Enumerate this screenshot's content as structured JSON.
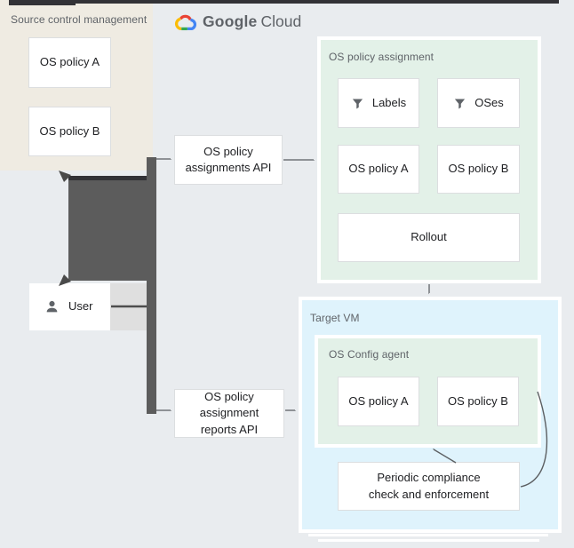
{
  "logo": {
    "google": "Google",
    "cloud": "Cloud"
  },
  "source_control": {
    "title": "Source control management",
    "policy_a": "OS policy A",
    "policy_b": "OS policy B"
  },
  "user": {
    "label": "User"
  },
  "assignments_api": {
    "label": "OS policy\nassignments API"
  },
  "reports_api": {
    "label": "OS policy\nassignment\nreports API"
  },
  "policy_assignment": {
    "title": "OS policy assignment",
    "labels": "Labels",
    "oses": "OSes",
    "policy_a": "OS policy A",
    "policy_b": "OS policy B",
    "rollout": "Rollout"
  },
  "target_vm": {
    "title": "Target VM",
    "agent": {
      "title": "OS Config agent",
      "policy_a": "OS policy A",
      "policy_b": "OS policy B"
    },
    "periodic": "Periodic compliance\ncheck and enforcement"
  },
  "colors": {
    "background": "#E9ECEF",
    "panel_beige": "#EFEBE2",
    "panel_green": "#E3F1E8",
    "panel_blue": "#DFF3FC",
    "connector_dark": "#5C5C5C",
    "arrow_gray": "#717579",
    "label_gray": "#5F6368",
    "text_dark": "#202124",
    "logo_red": "#EA4335",
    "logo_blue": "#4285F4",
    "logo_green": "#34A853",
    "logo_yellow": "#FBBC05"
  }
}
